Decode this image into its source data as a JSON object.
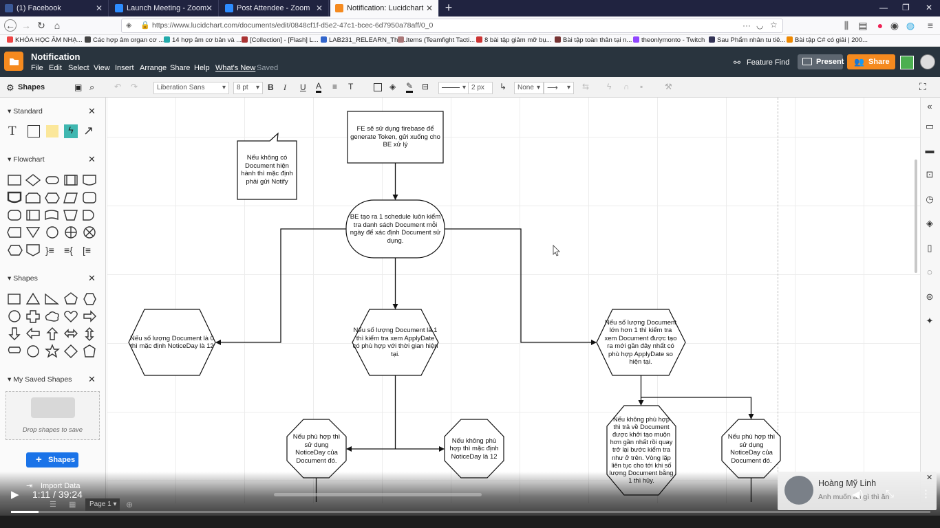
{
  "browser": {
    "tabs": [
      {
        "label": "(1) Facebook",
        "color": "#3b5998"
      },
      {
        "label": "Launch Meeting - Zoom",
        "color": "#2d8cff"
      },
      {
        "label": "Post Attendee - Zoom",
        "color": "#2d8cff"
      },
      {
        "label": "Notification: Lucidchart",
        "color": "#f58a1f"
      }
    ],
    "url": "https://www.lucidchart.com/documents/edit/0848cf1f-d5e2-47c1-bcec-6d7950a78aff/0_0",
    "bookmarks": [
      "KHÓA HỌC ÂM NHẠ...",
      "Các hợp âm organ cơ ...",
      "14 hợp âm cơ bản và ...",
      "[Collection] - [Flash] L...",
      "LAB231_RELEARN_Tha...",
      "Items (Teamfight Tacti...",
      "8 bài tập giảm mỡ bụ...",
      "Bài tập toàn thân tại n...",
      "theonlymonto - Twitch",
      "Sau Phẩm nhân tu tiê...",
      "Bài tập C# có giải | 200..."
    ]
  },
  "app": {
    "doc_title": "Notification",
    "menu": [
      "File",
      "Edit",
      "Select",
      "View",
      "Insert",
      "Arrange",
      "Share",
      "Help",
      "What's New",
      "Saved"
    ],
    "feature_find": "Feature Find",
    "present": "Present",
    "share": "Share"
  },
  "toolbar": {
    "shapes_label": "Shapes",
    "font": "Liberation Sans",
    "font_size": "8 pt",
    "line_width": "2 px",
    "arrow_start": "None"
  },
  "left_panel": {
    "sections": [
      "Standard",
      "Flowchart",
      "Shapes",
      "My Saved Shapes"
    ],
    "drop_hint": "Drop shapes to save",
    "add_shapes": "Shapes",
    "import_data": "Import Data",
    "page_tab": "Page 1"
  },
  "diagram": {
    "n1": "FE sẽ sử dụng firebase để generate Token, gửi xuống cho BE xử lý",
    "note": "Nếu không có Document hiện hành thì mặc định phải gửi Notify",
    "n2": "BE tạo ra 1 schedule luôn kiểm tra danh sách Document mỗi ngày để xác định Document sử dụng.",
    "n3": "Nếu số lượng Document là 0 thì mặc định NoticeDay là 12",
    "n4": "Nếu số lượng Document là 1 thì kiểm tra xem ApplyDate có phù hợp với thời gian hiện tại.",
    "n5": "Nếu số lượng Document lớn hơn 1 thì kiểm tra xem Document được tạo ra mới gần đây nhất có phù hợp ApplyDate so hiện tại.",
    "n6": "Nếu phù hợp thì sử dụng NoticeDay của Document đó.",
    "n7": "Nếu không phù hợp thì mặc định NoticeDay là 12",
    "n8": "Nếu không phù hợp thì trả về Document được khởi tạo muộn hơn gần nhất rồi quay trở lại bước kiểm tra như ở trên. Vòng lặp liên tục cho tới khi số lượng Document bằng 1 thì hủy.",
    "n9": "Nếu phù hợp thì sử dụng NoticeDay của Document đó."
  },
  "video": {
    "time": "1:11 / 39:24",
    "progress": 0.03,
    "participant_name": "Hoàng Mỹ Linh",
    "participant_msg": "Anh muốn ăn gì thì ăn"
  }
}
